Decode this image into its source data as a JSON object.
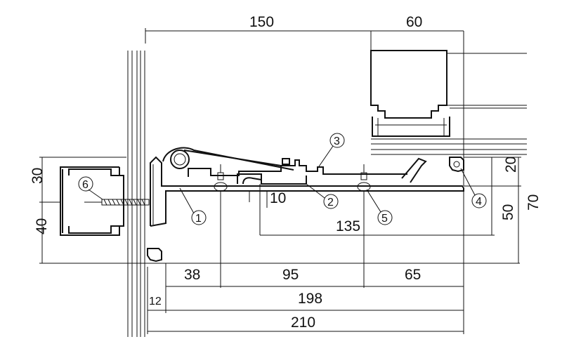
{
  "dimensions": {
    "top_width": "150",
    "top_right": "60",
    "left_upper": "30",
    "left_lower": "40",
    "right_upper": "20",
    "right_lower": "50",
    "right_total": "70",
    "gap": "10",
    "span_135": "135",
    "seg_a": "38",
    "seg_b": "95",
    "seg_c": "65",
    "offset": "12",
    "inner_total": "198",
    "overall": "210"
  },
  "callouts": [
    "1",
    "2",
    "3",
    "4",
    "5",
    "6"
  ],
  "colors": {
    "line": "#111111",
    "background": "#ffffff"
  }
}
